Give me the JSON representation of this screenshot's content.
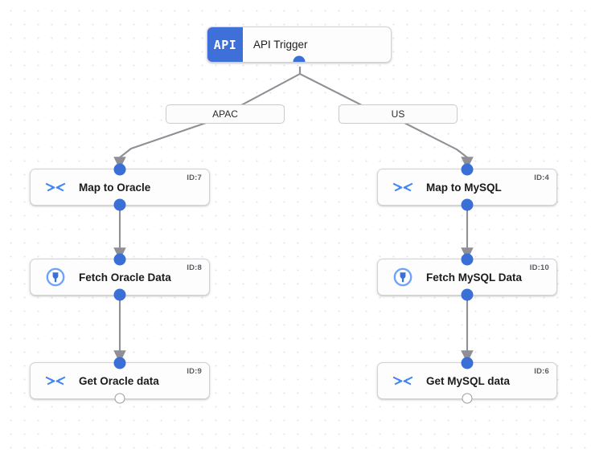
{
  "canvas": {
    "background_color": "#ffffff",
    "grid_dot_color": "#e4e4e6",
    "accent_color": "#3a6fd8",
    "edge_color": "#8e9096"
  },
  "trigger": {
    "badge_text": "API",
    "label": "API Trigger",
    "badge_color": "#3f6fd8"
  },
  "edge_labels": [
    {
      "text": "APAC"
    },
    {
      "text": "US"
    }
  ],
  "nodes": [
    {
      "title": "Map to Oracle",
      "id_label": "ID:7",
      "icon": "merge-arrows-icon"
    },
    {
      "title": "Map to MySQL",
      "id_label": "ID:4",
      "icon": "merge-arrows-icon"
    },
    {
      "title": "Fetch Oracle Data",
      "id_label": "ID:8",
      "icon": "connector-plug-icon"
    },
    {
      "title": "Fetch MySQL Data",
      "id_label": "ID:10",
      "icon": "connector-plug-icon"
    },
    {
      "title": "Get Oracle data",
      "id_label": "ID:9",
      "icon": "merge-arrows-icon"
    },
    {
      "title": "Get MySQL data",
      "id_label": "ID:6",
      "icon": "merge-arrows-icon"
    }
  ]
}
